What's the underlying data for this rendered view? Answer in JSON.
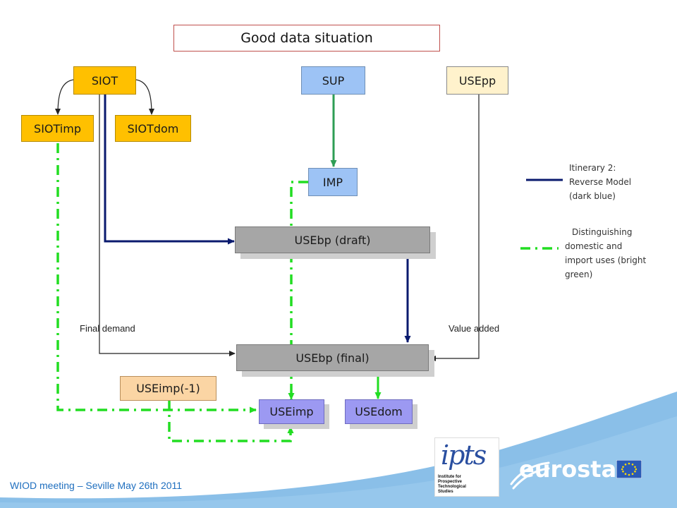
{
  "title": "Good data situation",
  "nodes": {
    "siot": "SIOT",
    "sup": "SUP",
    "usepp": "USEpp",
    "siotimp": "SIOTimp",
    "siotdom": "SIOTdom",
    "imp": "IMP",
    "usebp_draft": "USEbp (draft)",
    "usebp_final": "USEbp (final)",
    "useimp_prev": "USEimp(-1)",
    "useimp": "USEimp",
    "usedom": "USEdom"
  },
  "edge_labels": {
    "final_demand": "Final demand",
    "value_added": "Value added"
  },
  "legend": {
    "itinerary_line1": "Itinerary 2:",
    "itinerary_line2": "Reverse Model",
    "itinerary_line3": "(dark blue)",
    "distinguishing_line1": "Distinguishing",
    "distinguishing_line2": "domestic and",
    "distinguishing_line3": "import uses (bright",
    "distinguishing_line4": "green)"
  },
  "colors": {
    "dark_blue": "#0a1a6e",
    "bright_green": "#22dd22",
    "connector_green": "#2e9e55",
    "band_blue": "#7db8e6",
    "eu_blue": "#2a5ab5"
  },
  "footer": "WIOD meeting – Seville May 26th 2011",
  "logos": {
    "ipts_mark": "ipts",
    "ipts_caption": "Institute for Prospective Technological Studies",
    "eurostat": "eurostat"
  }
}
